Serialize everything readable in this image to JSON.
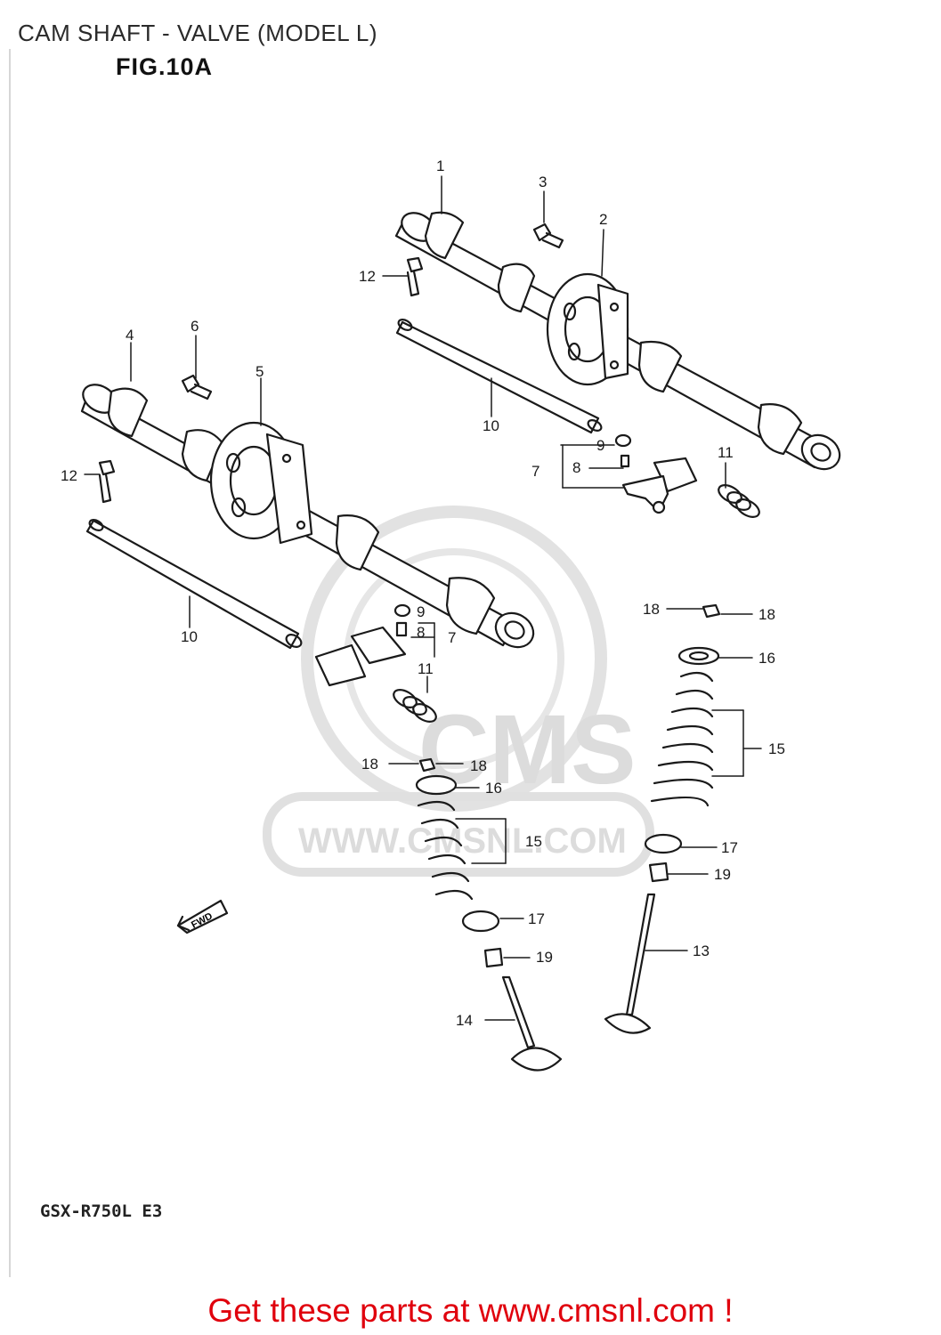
{
  "header": {
    "title": "CAM SHAFT - VALVE (MODEL L)",
    "figure": "FIG.10A"
  },
  "diagram": {
    "model_code": "GSX-R750L E3",
    "fwd_marker": "FWD",
    "callouts": [
      "1",
      "2",
      "3",
      "12",
      "10",
      "9",
      "8",
      "7",
      "11",
      "4",
      "6",
      "5",
      "12",
      "10",
      "9",
      "8",
      "7",
      "11",
      "18",
      "18",
      "16",
      "15",
      "17",
      "19",
      "13",
      "18",
      "18",
      "16",
      "15",
      "17",
      "19",
      "14"
    ]
  },
  "watermark": {
    "brand": "CMS",
    "url": "WWW.CMSNL.COM"
  },
  "footer": {
    "cta": "Get these parts at www.cmsnl.com !"
  },
  "colors": {
    "line": "#1a1a1a",
    "watermark": "#dcdcdc",
    "cta": "#e0000d"
  }
}
